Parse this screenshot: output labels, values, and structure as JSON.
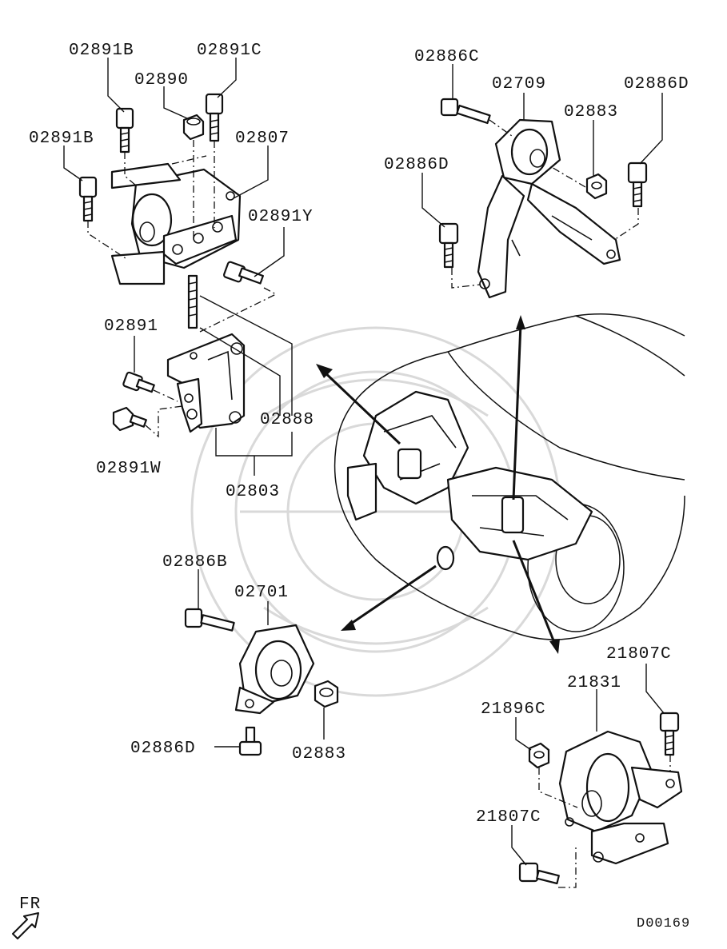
{
  "diagram_id": "D00169",
  "direction_label": "FR",
  "part_labels": {
    "p02891B_top": "02891B",
    "p02891C": "02891C",
    "p02890": "02890",
    "p02891B_left": "02891B",
    "p02807": "02807",
    "p02891Y": "02891Y",
    "p02891": "02891",
    "p02888": "02888",
    "p02891W": "02891W",
    "p02803": "02803",
    "p02886C": "02886C",
    "p02709": "02709",
    "p02883_top": "02883",
    "p02886D_right": "02886D",
    "p02886D_left": "02886D",
    "p02886B": "02886B",
    "p02701": "02701",
    "p02886D_bottom": "02886D",
    "p02883_bottom": "02883",
    "p21807C_top": "21807C",
    "p21831": "21831",
    "p21896C": "21896C",
    "p21807C_bottom": "21807C"
  }
}
